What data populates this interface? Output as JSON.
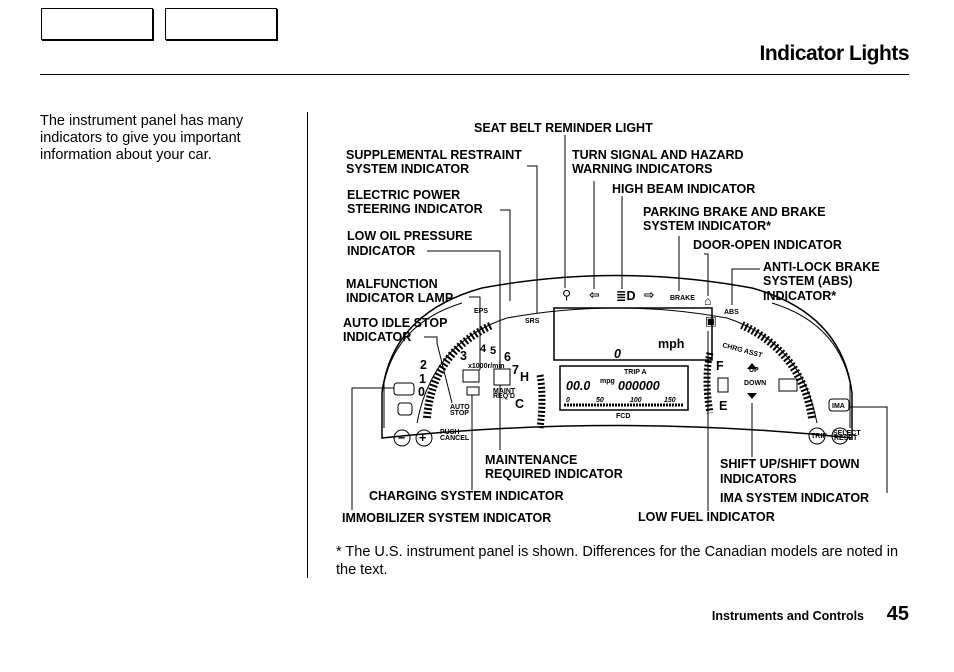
{
  "header": {
    "title": "Indicator Lights"
  },
  "intro_text": "The instrument panel has many indicators to give you important information about your car.",
  "diagram": {
    "callouts": {
      "seat_belt": "SEAT BELT REMINDER LIGHT",
      "srs_line1": "SUPPLEMENTAL RESTRAINT",
      "srs_line2": "SYSTEM INDICATOR",
      "turn_line1": "TURN SIGNAL AND HAZARD",
      "turn_line2": "WARNING INDICATORS",
      "high_beam": "HIGH BEAM INDICATOR",
      "eps_line1": "ELECTRIC POWER",
      "eps_line2": "STEERING INDICATOR",
      "parking_line1": "PARKING BRAKE AND BRAKE",
      "parking_line2": "SYSTEM INDICATOR*",
      "oil_line1": "LOW OIL PRESSURE",
      "oil_line2": "INDICATOR",
      "door_open": "DOOR-OPEN INDICATOR",
      "abs_line1": "ANTI-LOCK BRAKE",
      "abs_line2": "SYSTEM (ABS)",
      "abs_line3": "INDICATOR*",
      "mil_line1": "MALFUNCTION",
      "mil_line2": "INDICATOR LAMP",
      "auto_idle_line1": "AUTO IDLE STOP",
      "auto_idle_line2": "INDICATOR",
      "maint_line1": "MAINTENANCE",
      "maint_line2": "REQUIRED INDICATOR",
      "shift_line1": "SHIFT UP/SHIFT DOWN",
      "shift_line2": "INDICATORS",
      "charging": "CHARGING SYSTEM INDICATOR",
      "ima": "IMA SYSTEM INDICATOR",
      "immobilizer": "IMMOBILIZER SYSTEM INDICATOR",
      "low_fuel": "LOW FUEL INDICATOR"
    },
    "panel": {
      "speed_value": "0",
      "speed_unit": "mph",
      "trip_label": "TRIP A",
      "mpg_value": "00.0",
      "mpg_unit": "mpg",
      "odometer": "000000",
      "fcd_label": "FCD",
      "scale_marks": [
        "0",
        "50",
        "100",
        "150"
      ],
      "eps_label": "EPS",
      "srs_label": "SRS",
      "abs_label": "ABS",
      "brake_label": "BRAKE",
      "ima_label": "IMA",
      "up_label": "UP",
      "down_label": "DOWN",
      "auto_stop_line1": "AUTO",
      "auto_stop_line2": "STOP",
      "trip_btn": "TRIP",
      "tach_digits": [
        "0",
        "1",
        "2",
        "3",
        "4",
        "5",
        "6",
        "7"
      ],
      "temp_h": "H",
      "temp_c": "C",
      "fuel_f": "F",
      "fuel_e": "E",
      "tach_unit": "x1000r/min",
      "push_cancel_line1": "PUSH",
      "push_cancel_line2": "CANCEL",
      "chrg_asst": "CHRG ASST",
      "maint_reqd_line1": "MAINT",
      "maint_reqd_line2": "REQ'D",
      "reset_line1": "SELECT",
      "reset_line2": "RESET"
    }
  },
  "footnote": "* The U.S. instrument panel is shown. Differences for the Canadian models are noted in the text.",
  "footer": {
    "section": "Instruments and Controls",
    "page_number": "45"
  }
}
